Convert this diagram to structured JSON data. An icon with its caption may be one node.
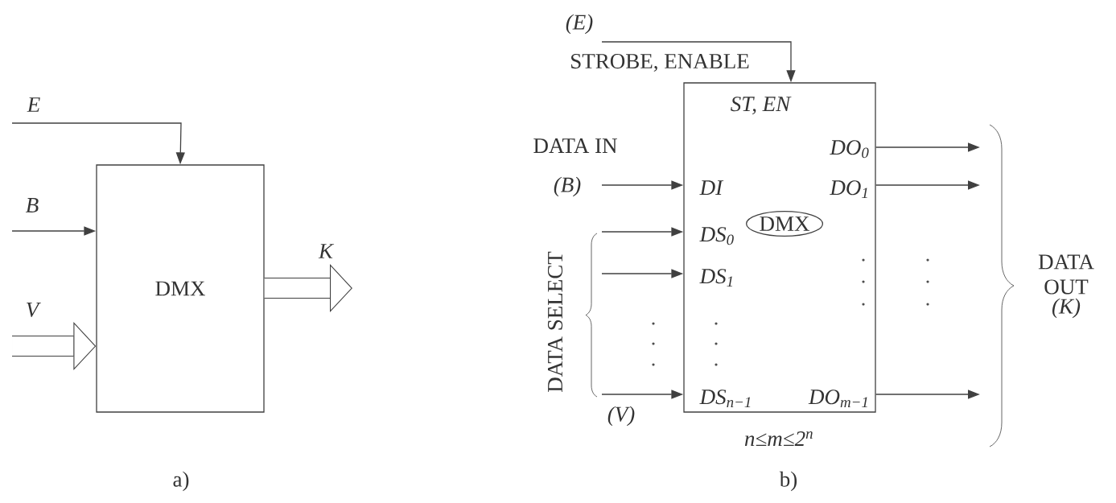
{
  "diagram": {
    "nodes": [
      {
        "text": [
          "DMX"
        ]
      },
      {
        "text": [
          "ST, EN",
          "DI",
          "DS$_{0}$",
          "DS$_{1}$",
          "DS$_{n−1}$",
          "DO$_{0}$",
          "DO$_{1}$",
          "DO$_{m−1}$"
        ]
      },
      {
        "text": [
          "DMX"
        ],
        "in": 1
      }
    ],
    "edges": [
      {
        "from": null,
        "to": 0,
        "arrow": "to",
        "label": "E"
      },
      {
        "from": null,
        "to": 0,
        "arrow": "to",
        "label": "B"
      },
      {
        "from": null,
        "to": 0,
        "arrow": "to",
        "label": "V",
        "style": "thick"
      },
      {
        "from": 0,
        "to": null,
        "arrow": "to",
        "label": "K",
        "style": "thick"
      },
      {
        "from": null,
        "to": 1,
        "arrow": "to",
        "label": "(E)"
      },
      {
        "from": null,
        "to": 1,
        "arrow": "to",
        "label": "(B)"
      },
      {
        "from": null,
        "to": 1,
        "arrow": "to"
      },
      {
        "from": null,
        "to": 1,
        "arrow": "to"
      },
      {
        "from": null,
        "to": 1,
        "arrow": "to"
      },
      {
        "from": 1,
        "to": null,
        "arrow": "to"
      },
      {
        "from": 1,
        "to": null,
        "arrow": "to"
      },
      {
        "from": 1,
        "to": null,
        "arrow": "to"
      }
    ],
    "labels": [
      "STROBE, ENABLE",
      "DATA IN",
      "DATA SELECT",
      "(V)",
      "n≤m≤2$^{n}$",
      "DATA OUT",
      "(K)",
      "a)",
      "b)"
    ]
  }
}
